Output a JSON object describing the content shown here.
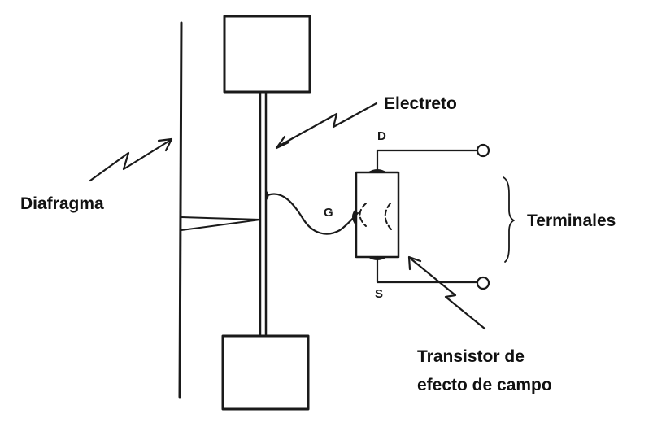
{
  "labels": {
    "electret": "Electreto",
    "diaphragm": "Diafragma",
    "terminals": "Terminales",
    "fet_line1": "Transistor de",
    "fet_line2": "efecto de campo"
  },
  "pins": {
    "drain": "D",
    "gate": "G",
    "source": "S"
  },
  "colors": {
    "ink": "#1a1a1a",
    "paper": "#ffffff",
    "speckle": "#e6e6e6"
  }
}
